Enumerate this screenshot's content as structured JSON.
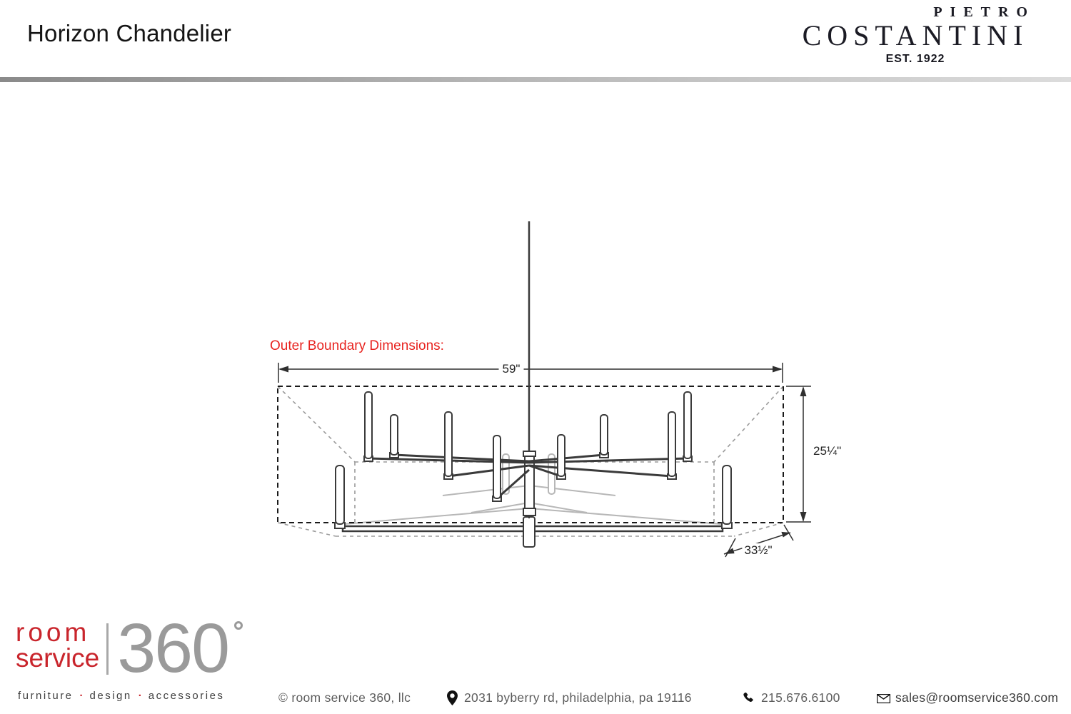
{
  "header": {
    "title": "Horizon Chandelier",
    "brand": {
      "top": "PIETRO",
      "main": "COSTANTINI",
      "est": "EST. 1922"
    }
  },
  "drawing": {
    "label": "Outer Boundary Dimensions:",
    "dim_width": "59\"",
    "dim_height": "25¼\"",
    "dim_depth": "33½\"",
    "type": "chandelier dimension diagram"
  },
  "footer": {
    "logo": {
      "word1": "room",
      "word2": "service",
      "number": "360"
    },
    "tagline": {
      "word1": "furniture",
      "word2": "design",
      "word3": "accessories",
      "separator": "·"
    },
    "copyright": "© room service 360, llc",
    "address": "2031 byberry rd, philadelphia, pa 19116",
    "phone": "215.676.6100",
    "email": "sales@roomservice360.com"
  },
  "colors": {
    "accent_red": "#e8231f",
    "logo_red": "#c9252c",
    "logo_gray": "#9a9a9a",
    "ink": "#1a1a1a",
    "dashed_gray": "#9b9b9b"
  }
}
